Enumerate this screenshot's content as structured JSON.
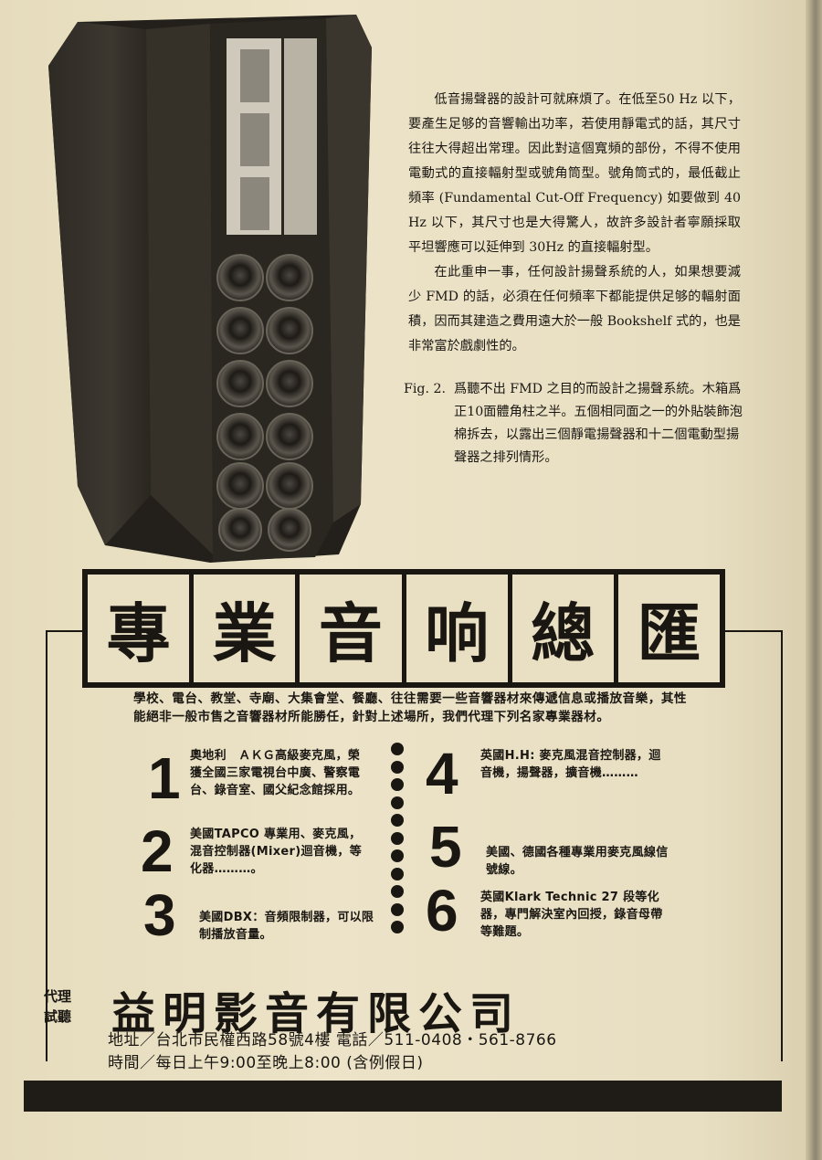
{
  "article": {
    "paragraphs": [
      "低音揚聲器的設計可就麻煩了。在低至50 Hz 以下，要產生足够的音響輸出功率，若使用靜電式的話，其尺寸往往大得超出常理。因此對這個寬頻的部份，不得不使用電動式的直接輻射型或號角筒型。號角筒式的，最低截止頻率 (Fundamental Cut-Off Frequency) 如要做到 40 Hz 以下，其尺寸也是大得驚人，故許多設計者寧願採取平坦響應可以延伸到 30Hz 的直接輻射型。",
      "在此重申一事，任何設計揚聲系統的人，如果想要減少 FMD 的話，必須在任何頻率下都能提供足够的輻射面積，因而其建造之費用遠大於一般 Bookshelf 式的，也是非常富於戲劇性的。"
    ]
  },
  "caption": {
    "label": "Fig. 2.",
    "text": "爲聽不出 FMD 之目的而設計之揚聲系統。木箱爲正10面體角柱之半。五個相同面之一的外貼裝飾泡棉拆去，以露出三個靜電揚聲器和十二個電動型揚聲器之排列情形。"
  },
  "ad": {
    "title_chars": [
      "專",
      "業",
      "音",
      "响",
      "總",
      "匯"
    ],
    "intro": "學校、電台、教堂、寺廟、大集會堂、餐廳、往往需要一些音響器材來傳遞信息或播放音樂，其性能絕非一般市售之音響器材所能勝任，針對上述場所，我們代理下列名家專業器材。",
    "items": [
      {
        "num": "1",
        "text": "奧地利　ＡＫＧ高級麥克風，榮獲全國三家電視台中廣、警察電台、錄音室、國父紀念館採用。"
      },
      {
        "num": "2",
        "text": "美國TAPCO 專業用、麥克風，混音控制器(Mixer)迴音機，等化器………。"
      },
      {
        "num": "3",
        "text": "美國DBX：音頻限制器，可以限制播放音量。"
      },
      {
        "num": "4",
        "text": "英國H.H: 麥克風混音控制器，迴音機，揚聲器，擴音機………"
      },
      {
        "num": "5",
        "text": "美國、德國各種專業用麥克風線信號線。"
      },
      {
        "num": "6",
        "text": "英國Klark Technic 27 段等化器，專門解決室內回授，錄音母帶等難題。"
      }
    ],
    "agent_label": "代理\n試聽",
    "company": "益明影音有限公司",
    "address": "地址／台北市民權西路58號4樓 電話／511-0408・561-8766",
    "hours": "時間／每日上午9:00至晚上8:00 (含例假日)"
  }
}
